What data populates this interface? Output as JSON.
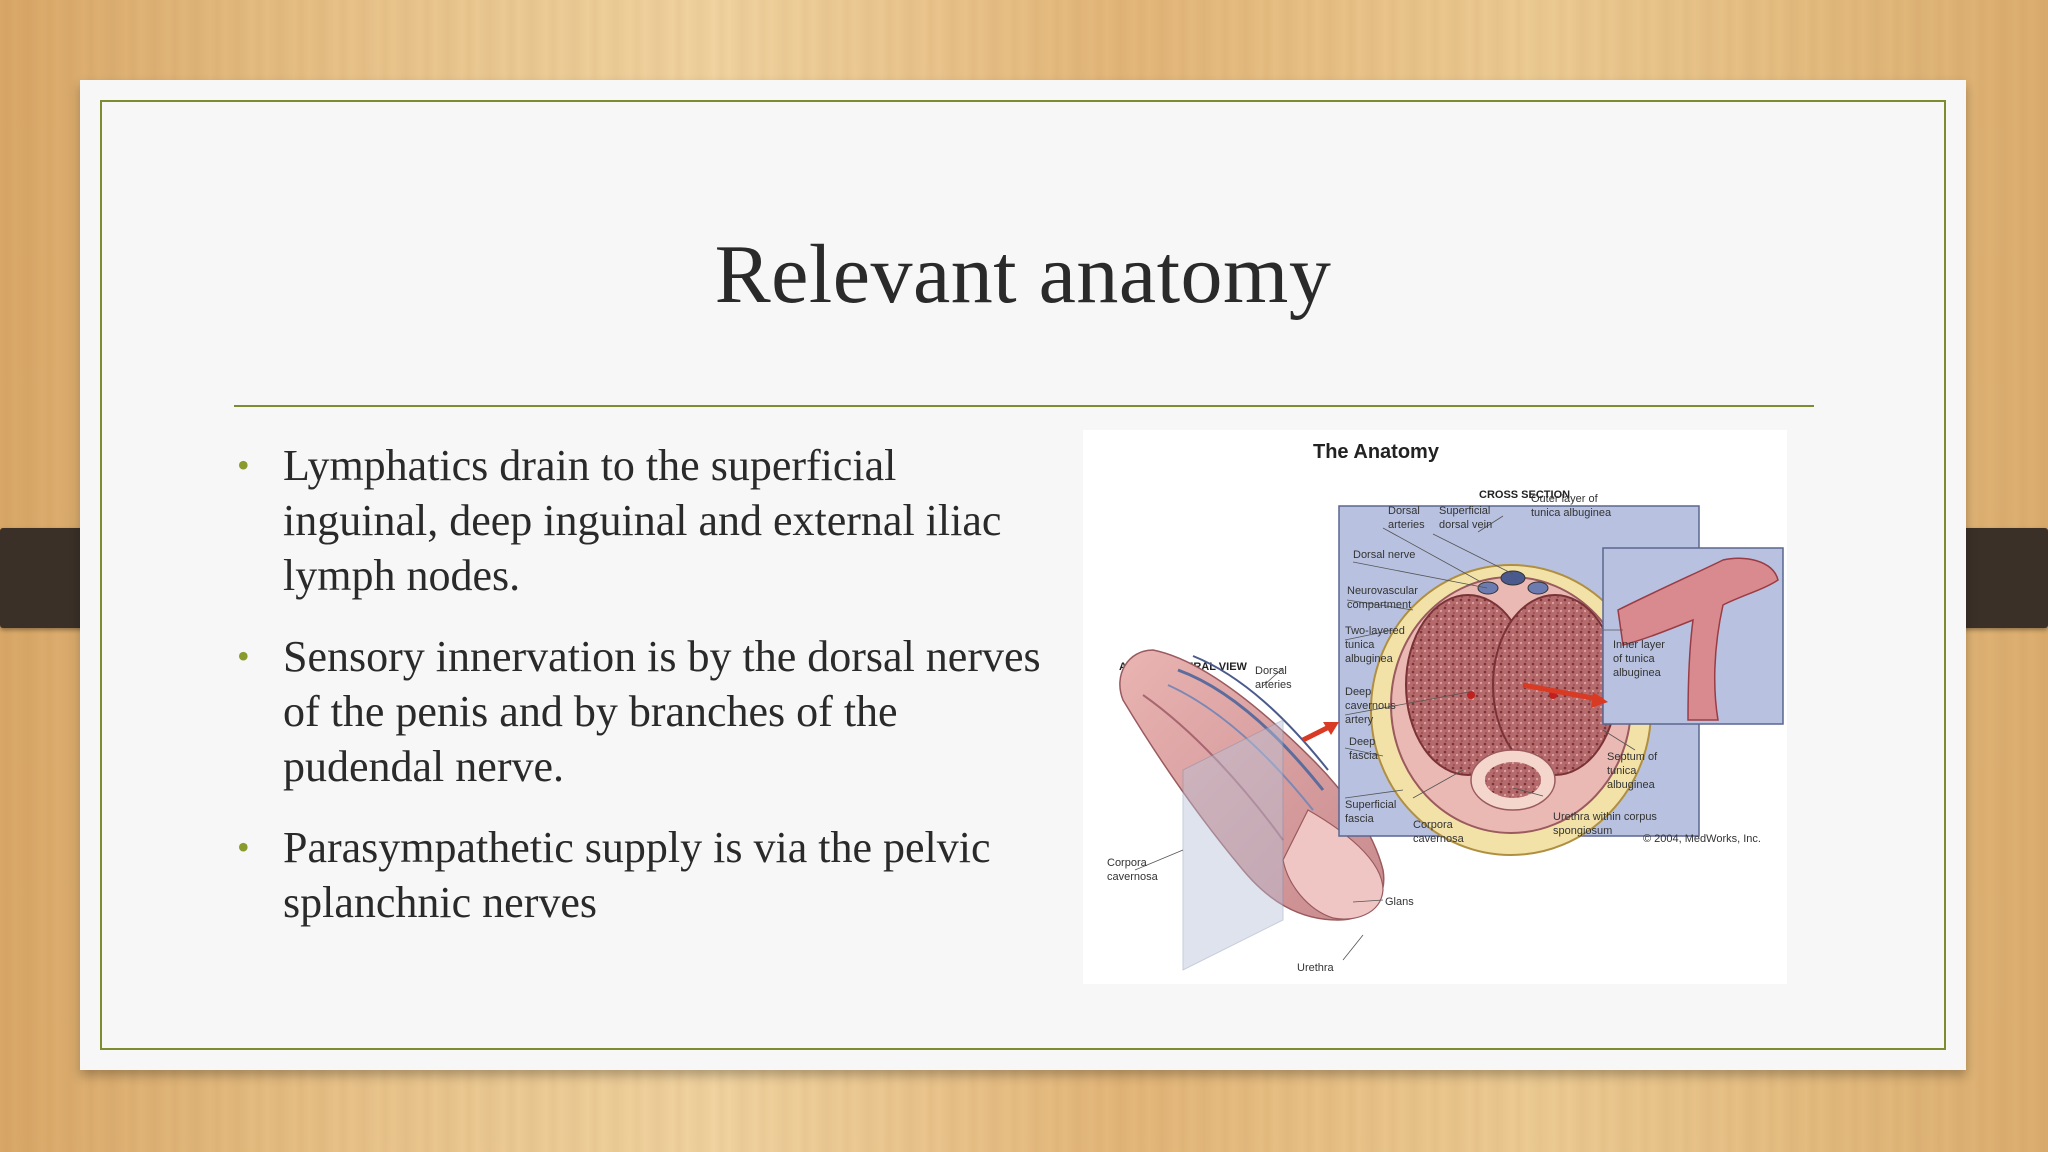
{
  "slide": {
    "title": "Relevant anatomy",
    "bullets": [
      "Lymphatics drain to the superficial inguinal, deep inguinal and external iliac lymph nodes.",
      "Sensory innervation is by the dorsal nerves of the penis and by branches of the pudendal nerve.",
      "Parasympathetic supply is via the pelvic splanchnic nerves"
    ]
  },
  "figure": {
    "heading": "The Anatomy",
    "cross_section_label": "CROSS SECTION",
    "anterolateral_label": "ANTEROLATERAL VIEW",
    "labels": {
      "dorsal_arteries_cs": [
        "Dorsal",
        "arteries"
      ],
      "superficial_dorsal_vein": [
        "Superficial",
        "dorsal vein"
      ],
      "outer_layer": [
        "Outer layer of",
        "tunica albuginea"
      ],
      "dorsal_nerve": [
        "Dorsal nerve"
      ],
      "neurovascular": [
        "Neurovascular",
        "compartment"
      ],
      "two_layered": [
        "Two-layered",
        "tunica",
        "albuginea"
      ],
      "deep_cavernous": [
        "Deep",
        "cavernous",
        "artery"
      ],
      "deep_fascia": [
        "Deep",
        "fascia"
      ],
      "superficial_fascia": [
        "Superficial",
        "fascia"
      ],
      "corpora_cavernosa_cs": [
        "Corpora",
        "cavernosa"
      ],
      "urethra_within": [
        "Urethra within corpus",
        "spongiosum"
      ],
      "inner_layer": [
        "Inner layer",
        "of tunica",
        "albuginea"
      ],
      "septum": [
        "Septum of",
        "tunica",
        "albuginea"
      ],
      "dorsal_arteries_av": [
        "Dorsal",
        "arteries"
      ],
      "corpora_cavernosa_av": [
        "Corpora",
        "cavernosa"
      ],
      "glans": [
        "Glans"
      ],
      "urethra": [
        "Urethra"
      ],
      "copyright": [
        "© 2004, MedWorks, Inc."
      ]
    }
  }
}
